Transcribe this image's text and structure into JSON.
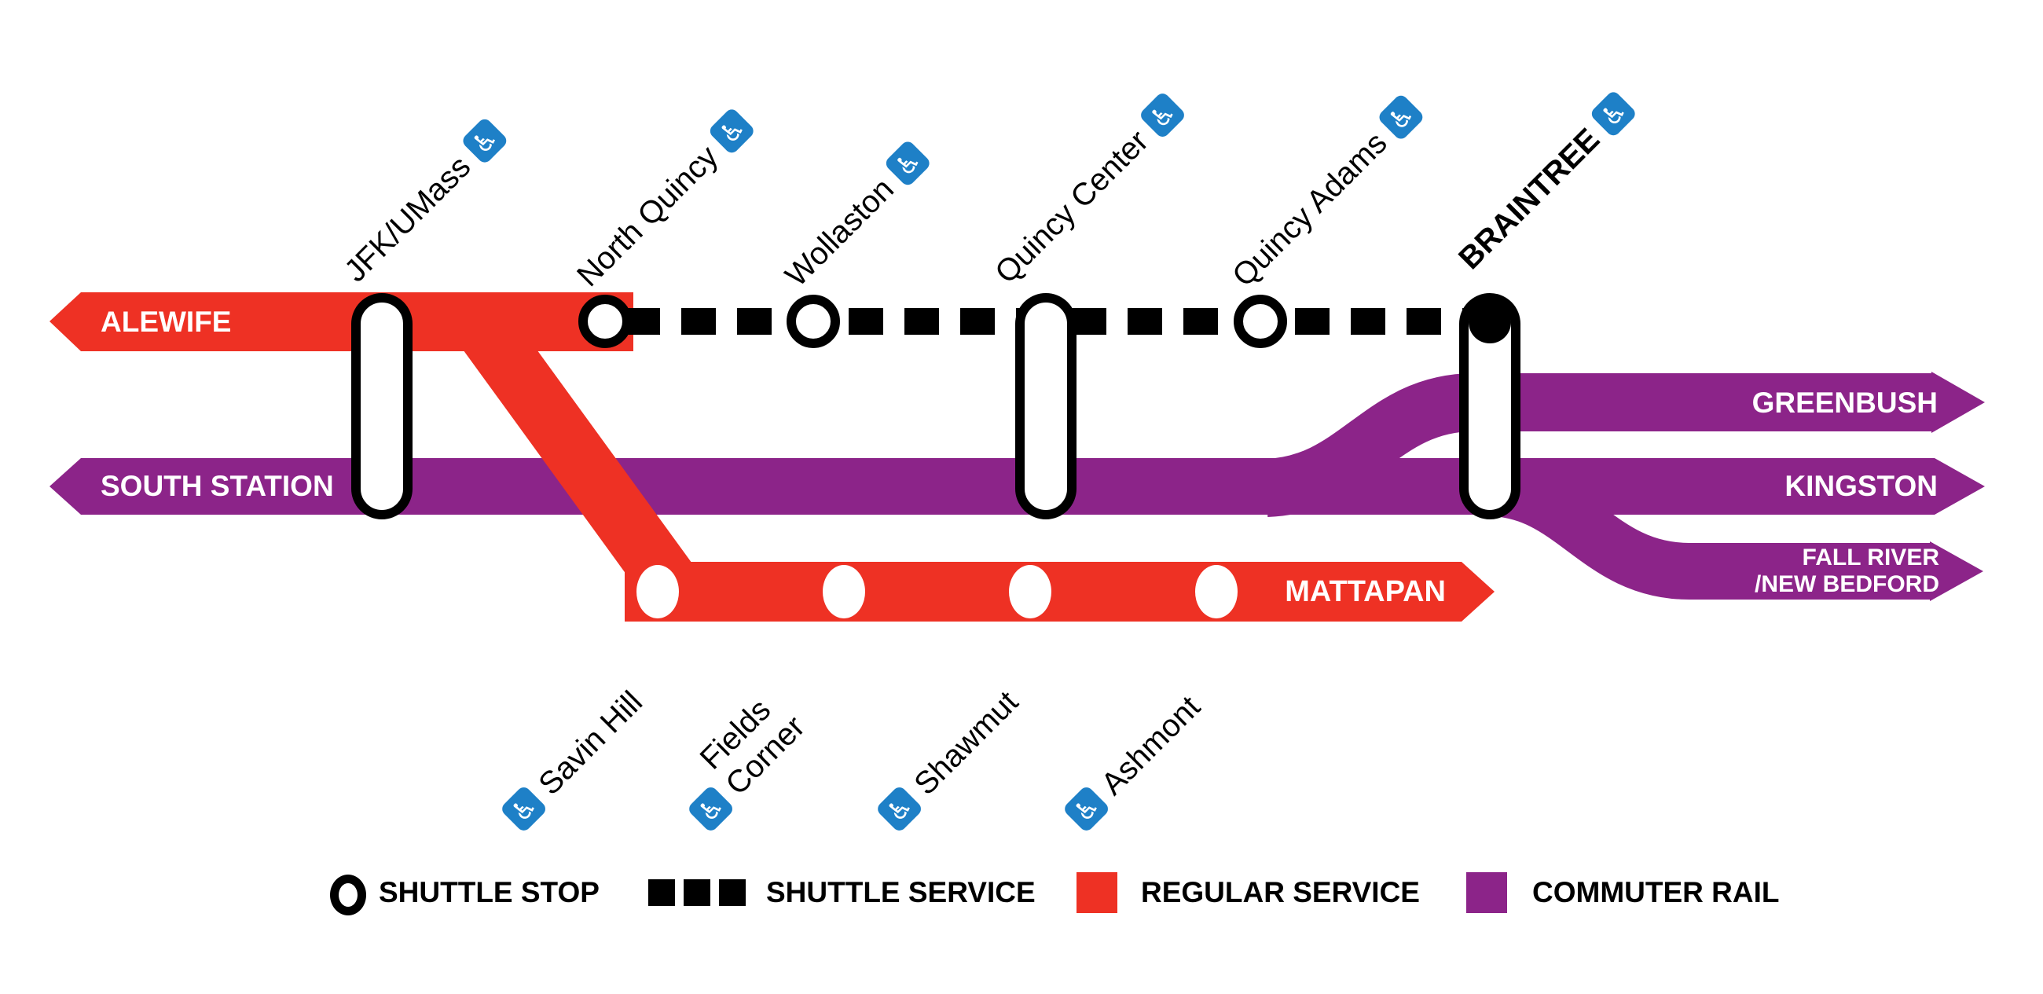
{
  "colors": {
    "regular_service_red": "#EE3124",
    "commuter_rail_purple": "#8C2489",
    "shuttle_black": "#000000",
    "accessible_blue": "#1E80C7",
    "label_white": "#FFFFFF"
  },
  "lines": {
    "alewife_label": "ALEWIFE",
    "south_station_label": "SOUTH STATION",
    "mattapan_label": "MATTAPAN",
    "greenbush_label": "GREENBUSH",
    "kingston_label": "KINGSTON",
    "fall_river_label_line1": "FALL RIVER",
    "fall_river_label_line2": "/NEW BEDFORD"
  },
  "stations": {
    "jfk_umass": "JFK/UMass",
    "north_quincy": "North Quincy",
    "wollaston": "Wollaston",
    "quincy_center": "Quincy Center",
    "quincy_adams": "Quincy Adams",
    "braintree": "BRAINTREE",
    "savin_hill": "Savin Hill",
    "fields_corner_line1": "Fields",
    "fields_corner_line2": "Corner",
    "shawmut": "Shawmut",
    "ashmont": "Ashmont"
  },
  "icons": {
    "accessible": "♿"
  },
  "legend": {
    "shuttle_stop": "SHUTTLE STOP",
    "shuttle_service": "SHUTTLE SERVICE",
    "regular_service": "REGULAR SERVICE",
    "commuter_rail": "COMMUTER RAIL"
  }
}
